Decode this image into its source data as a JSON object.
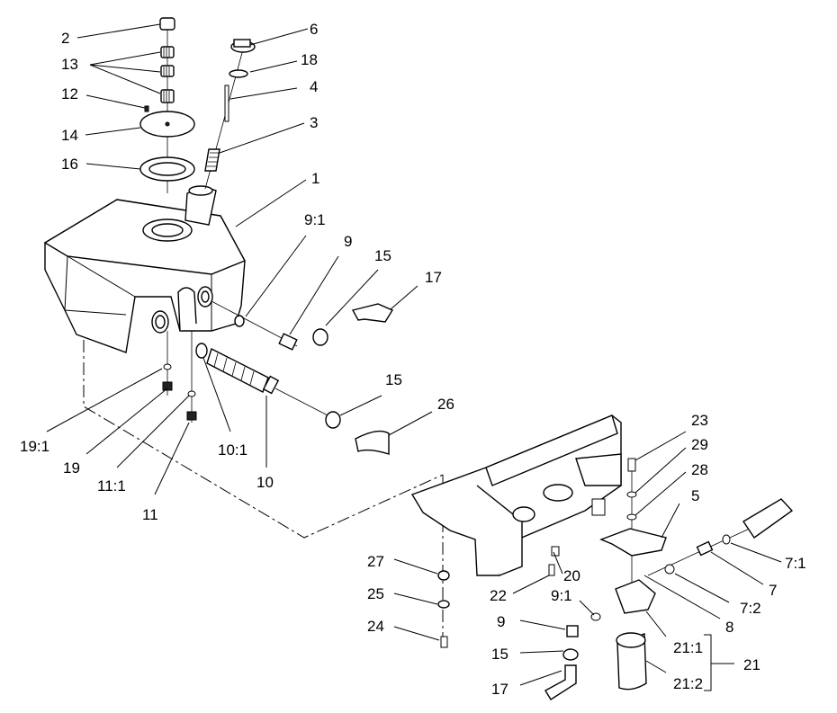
{
  "callouts": {
    "c1": "1",
    "c2": "2",
    "c3": "3",
    "c4": "4",
    "c5": "5",
    "c6": "6",
    "c7": "7",
    "c7_1": "7:1",
    "c7_2": "7:2",
    "c8": "8",
    "c9_top": "9",
    "c9_1_top": "9:1",
    "c9_bottom": "9",
    "c9_1_bottom": "9:1",
    "c10": "10",
    "c10_1": "10:1",
    "c11": "11",
    "c11_1": "11:1",
    "c12": "12",
    "c13": "13",
    "c14": "14",
    "c15_a": "15",
    "c15_b": "15",
    "c15_c": "15",
    "c16": "16",
    "c17_top": "17",
    "c17_bottom": "17",
    "c18": "18",
    "c19": "19",
    "c19_1": "19:1",
    "c20": "20",
    "c21": "21",
    "c21_1": "21:1",
    "c21_2": "21:2",
    "c22": "22",
    "c23": "23",
    "c24": "24",
    "c25": "25",
    "c26": "26",
    "c27": "27",
    "c28": "28",
    "c29": "29"
  },
  "icons": {
    "fuel_tank": "fuel-tank-icon",
    "fuel_filter": "fuel-filter-icon",
    "frame": "frame-icon"
  }
}
